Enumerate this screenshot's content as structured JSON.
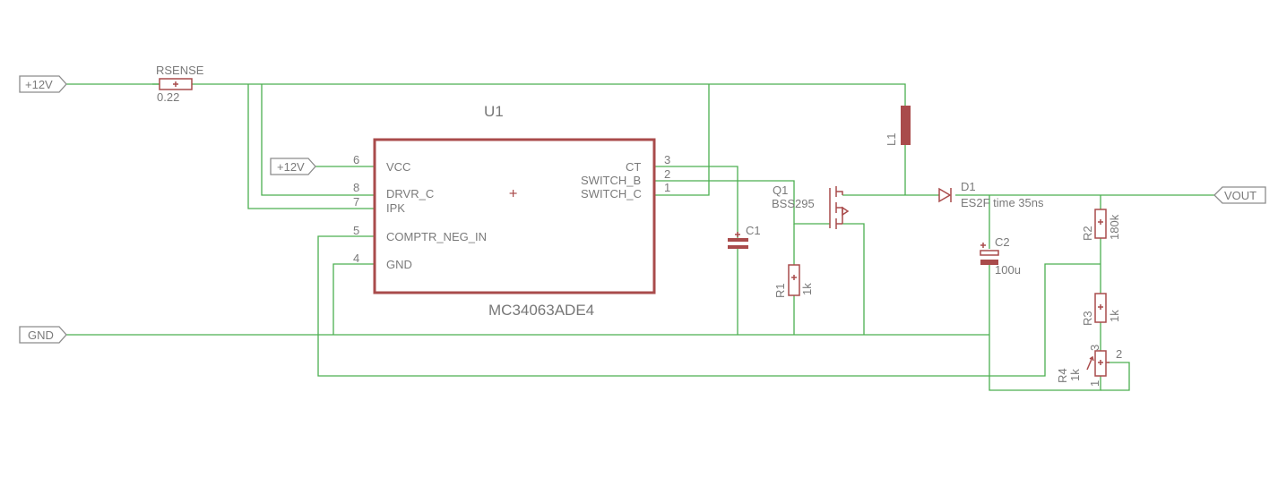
{
  "net_labels": {
    "vplus_main": "+12V",
    "vplus_ic": "+12V",
    "gnd": "GND",
    "vout": "VOUT"
  },
  "ic": {
    "name": "U1",
    "value": "MC34063ADE4",
    "pins_left": [
      {
        "num": "6",
        "label": "VCC"
      },
      {
        "num": "8",
        "label": "DRVR_C"
      },
      {
        "num": "7",
        "label": "IPK"
      },
      {
        "num": "5",
        "label": "COMPTR_NEG_IN"
      },
      {
        "num": "4",
        "label": "GND"
      }
    ],
    "pins_right": [
      {
        "num": "3",
        "label": "CT"
      },
      {
        "num": "2",
        "label": "SWITCH_B"
      },
      {
        "num": "1",
        "label": "SWITCH_C"
      }
    ]
  },
  "components": {
    "rsense": {
      "name": "RSENSE",
      "value": "0.22"
    },
    "l1": {
      "name": "L1"
    },
    "q1": {
      "name": "Q1",
      "value": "BSS295"
    },
    "d1": {
      "name": "D1",
      "value": "ES2F  time 35ns"
    },
    "c1": {
      "name": "C1"
    },
    "c2": {
      "name": "C2",
      "value": "100u"
    },
    "r1": {
      "name": "R1",
      "value": "1k"
    },
    "r2": {
      "name": "R2",
      "value": "180k"
    },
    "r3": {
      "name": "R3",
      "value": "1k"
    },
    "r4": {
      "name": "R4",
      "value": "1k",
      "pin1": "1",
      "pin2": "2",
      "pin3": "3"
    }
  },
  "colors": {
    "wire": "#4caf50",
    "part": "#a94b4b",
    "text": "#7a7a7a"
  }
}
